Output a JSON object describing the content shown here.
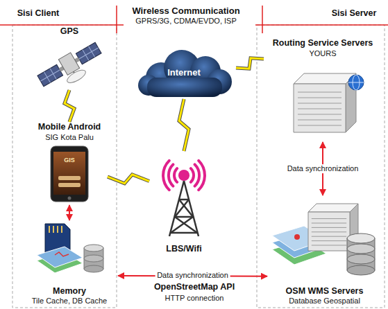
{
  "diagram": {
    "nodes": [
      {
        "text": [
          "GPS"
        ]
      },
      {
        "text": [
          "Mobile Android",
          "SIG Kota Palu"
        ]
      },
      {
        "text": [
          "Memory",
          "Tile Cache, DB Cache"
        ]
      },
      {
        "text": [
          "Internet"
        ]
      },
      {
        "text": [
          "LBS/Wifi"
        ]
      },
      {
        "text": [
          "Routing Service Servers",
          "YOURS"
        ]
      },
      {
        "text": [
          "OSM WMS Servers",
          "Database Geospatial"
        ]
      }
    ],
    "edges": [
      {
        "from": 0,
        "to": 1,
        "arrow": "none"
      },
      {
        "from": 1,
        "to": 2,
        "arrow": "both"
      },
      {
        "from": 1,
        "to": 4,
        "arrow": "none"
      },
      {
        "from": 4,
        "to": 3,
        "arrow": "none"
      },
      {
        "from": 3,
        "to": 5,
        "arrow": "none"
      },
      {
        "from": 5,
        "to": 6,
        "label": "Data synchronization",
        "arrow": "both"
      },
      {
        "from": 2,
        "to": 6,
        "label": "Data synchronization",
        "arrow": "both"
      }
    ],
    "labels": [
      "Sisi Client",
      "Sisi Server",
      "Wireless Communication",
      "GPRS/3G, CDMA/EVDO, ISP",
      "OpenStreetMap API",
      "HTTP connection",
      "GIS"
    ]
  }
}
